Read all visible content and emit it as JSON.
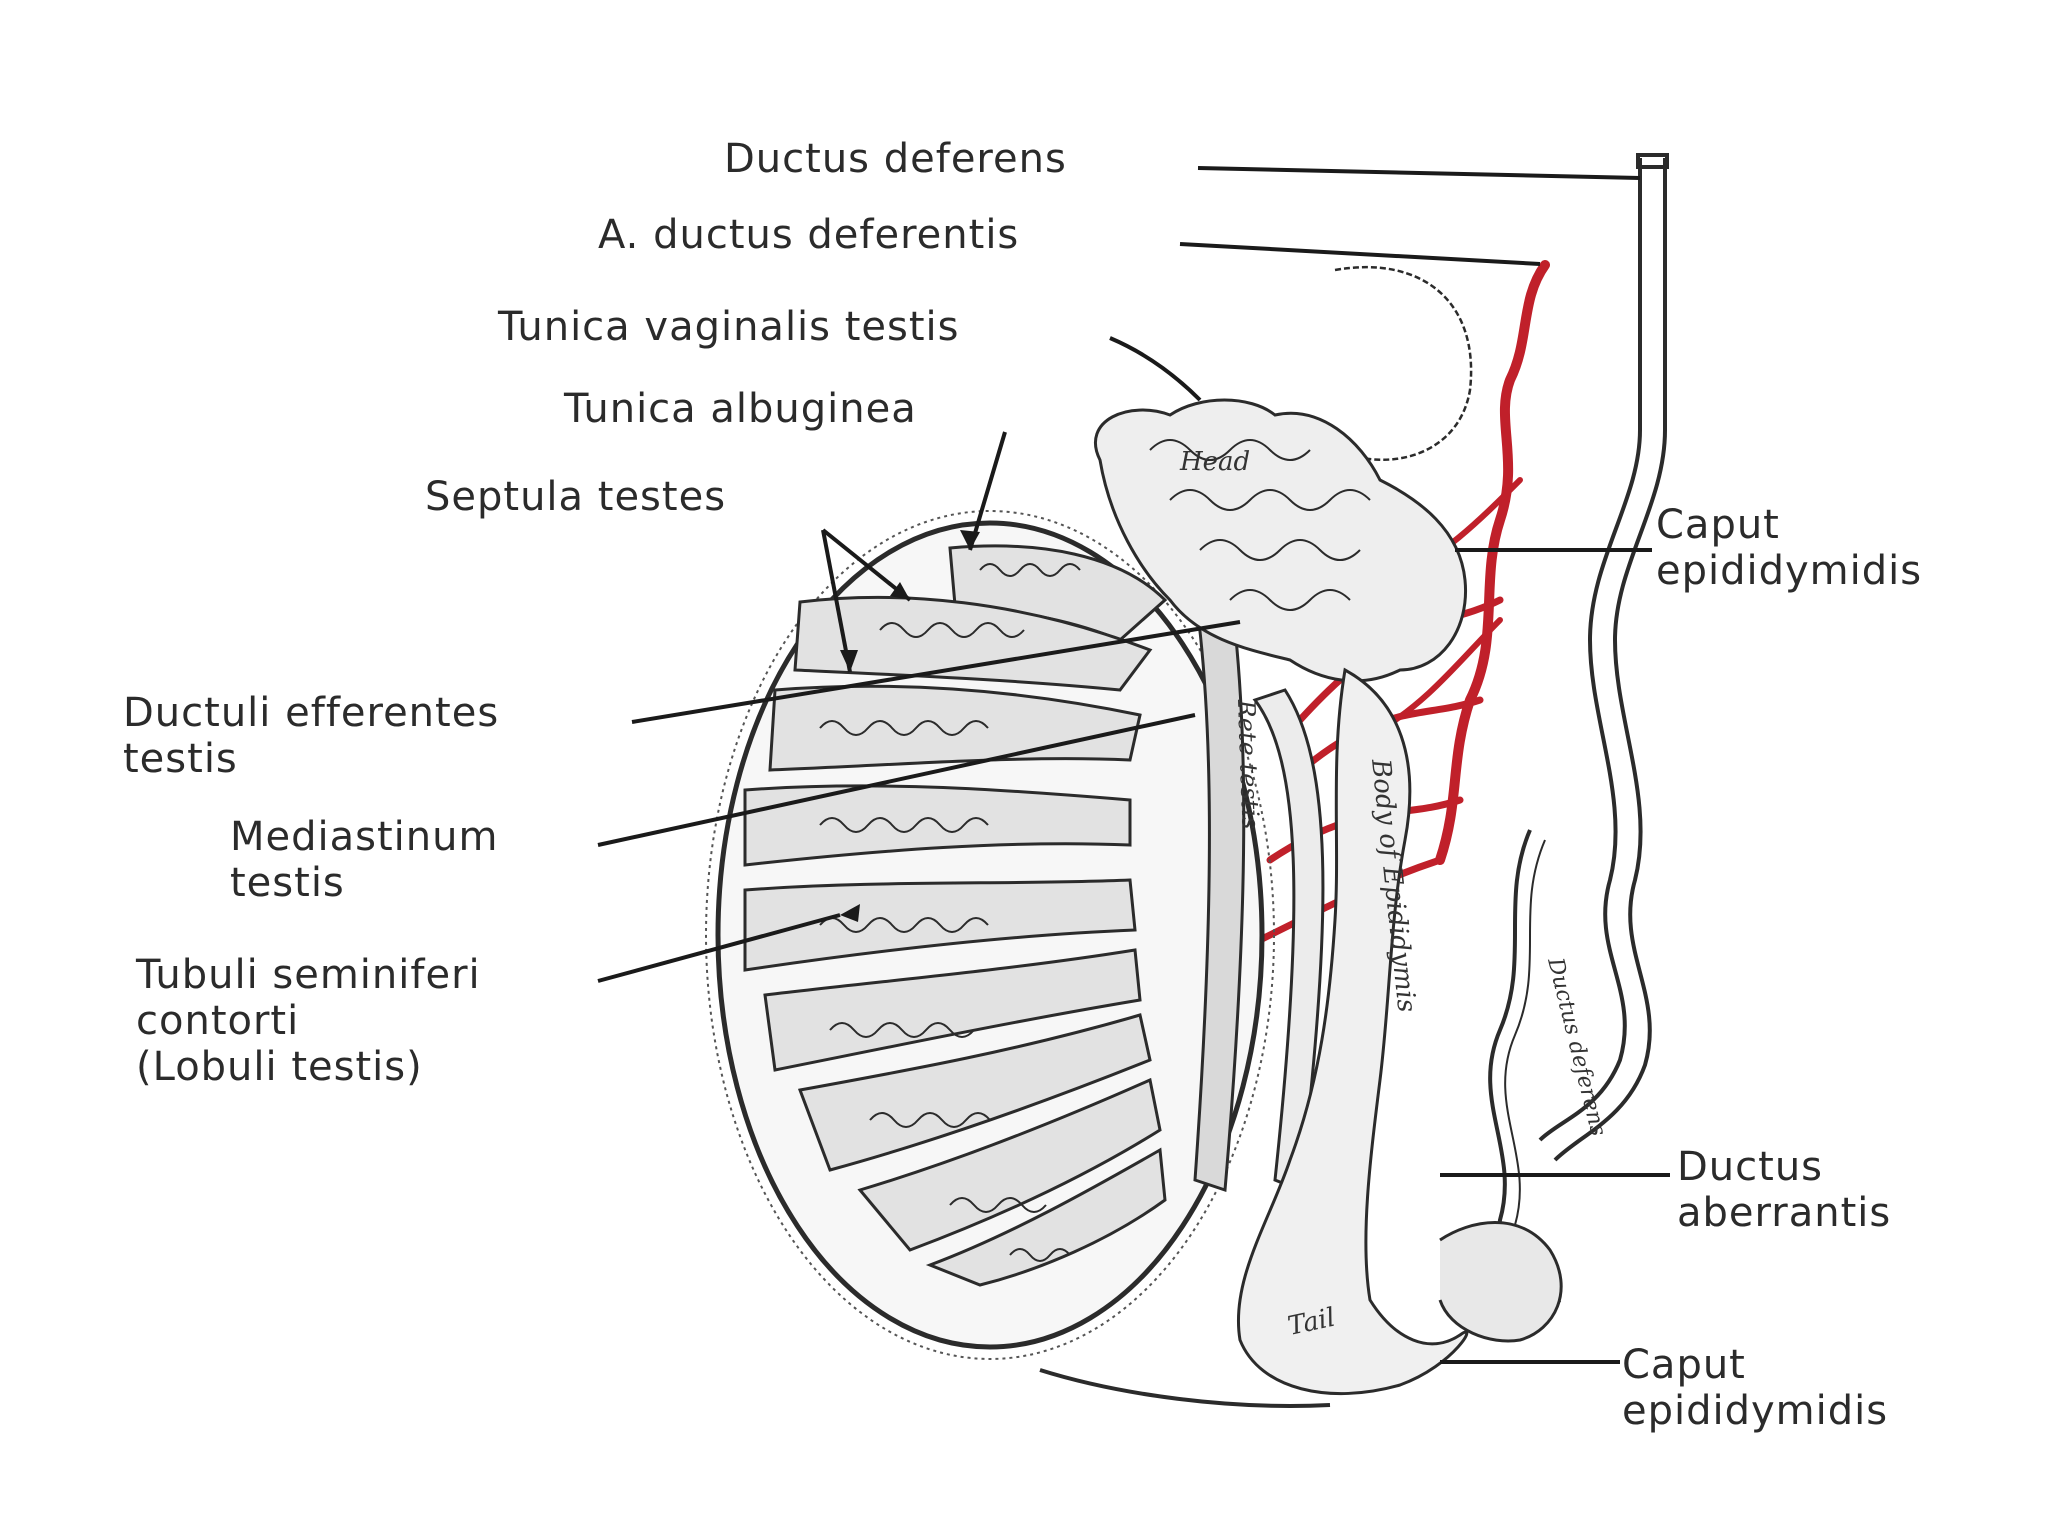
{
  "labels": {
    "ductus_deferens": "Ductus deferens",
    "a_ductus_deferentis": "A. ductus deferentis",
    "tunica_vaginalis": "Tunica vaginalis testis",
    "tunica_albuginea": "Tunica albuginea",
    "septula_testes": "Septula testes",
    "ductuli_efferentes": [
      "Ductuli efferentes",
      "testis"
    ],
    "mediastinum": [
      "Mediastinum",
      "testis"
    ],
    "tubuli": [
      "Tubuli seminiferi",
      "contorti",
      "(Lobuli testis)"
    ],
    "caput_top": [
      "Caput",
      "epididymidis"
    ],
    "ductus_aberrantis": [
      "Ductus",
      "aberrantis"
    ],
    "caput_bottom": [
      "Caput",
      "epididymidis"
    ]
  },
  "in_figure": {
    "head": "Head",
    "rete_testis": "Rete testis",
    "body_epididymis": "Body of Epididymis",
    "tail": "Tail",
    "ductus_deferens": "Ductus deferens"
  },
  "colors": {
    "artery": "#c0202a",
    "ink": "#2b2b2b"
  }
}
